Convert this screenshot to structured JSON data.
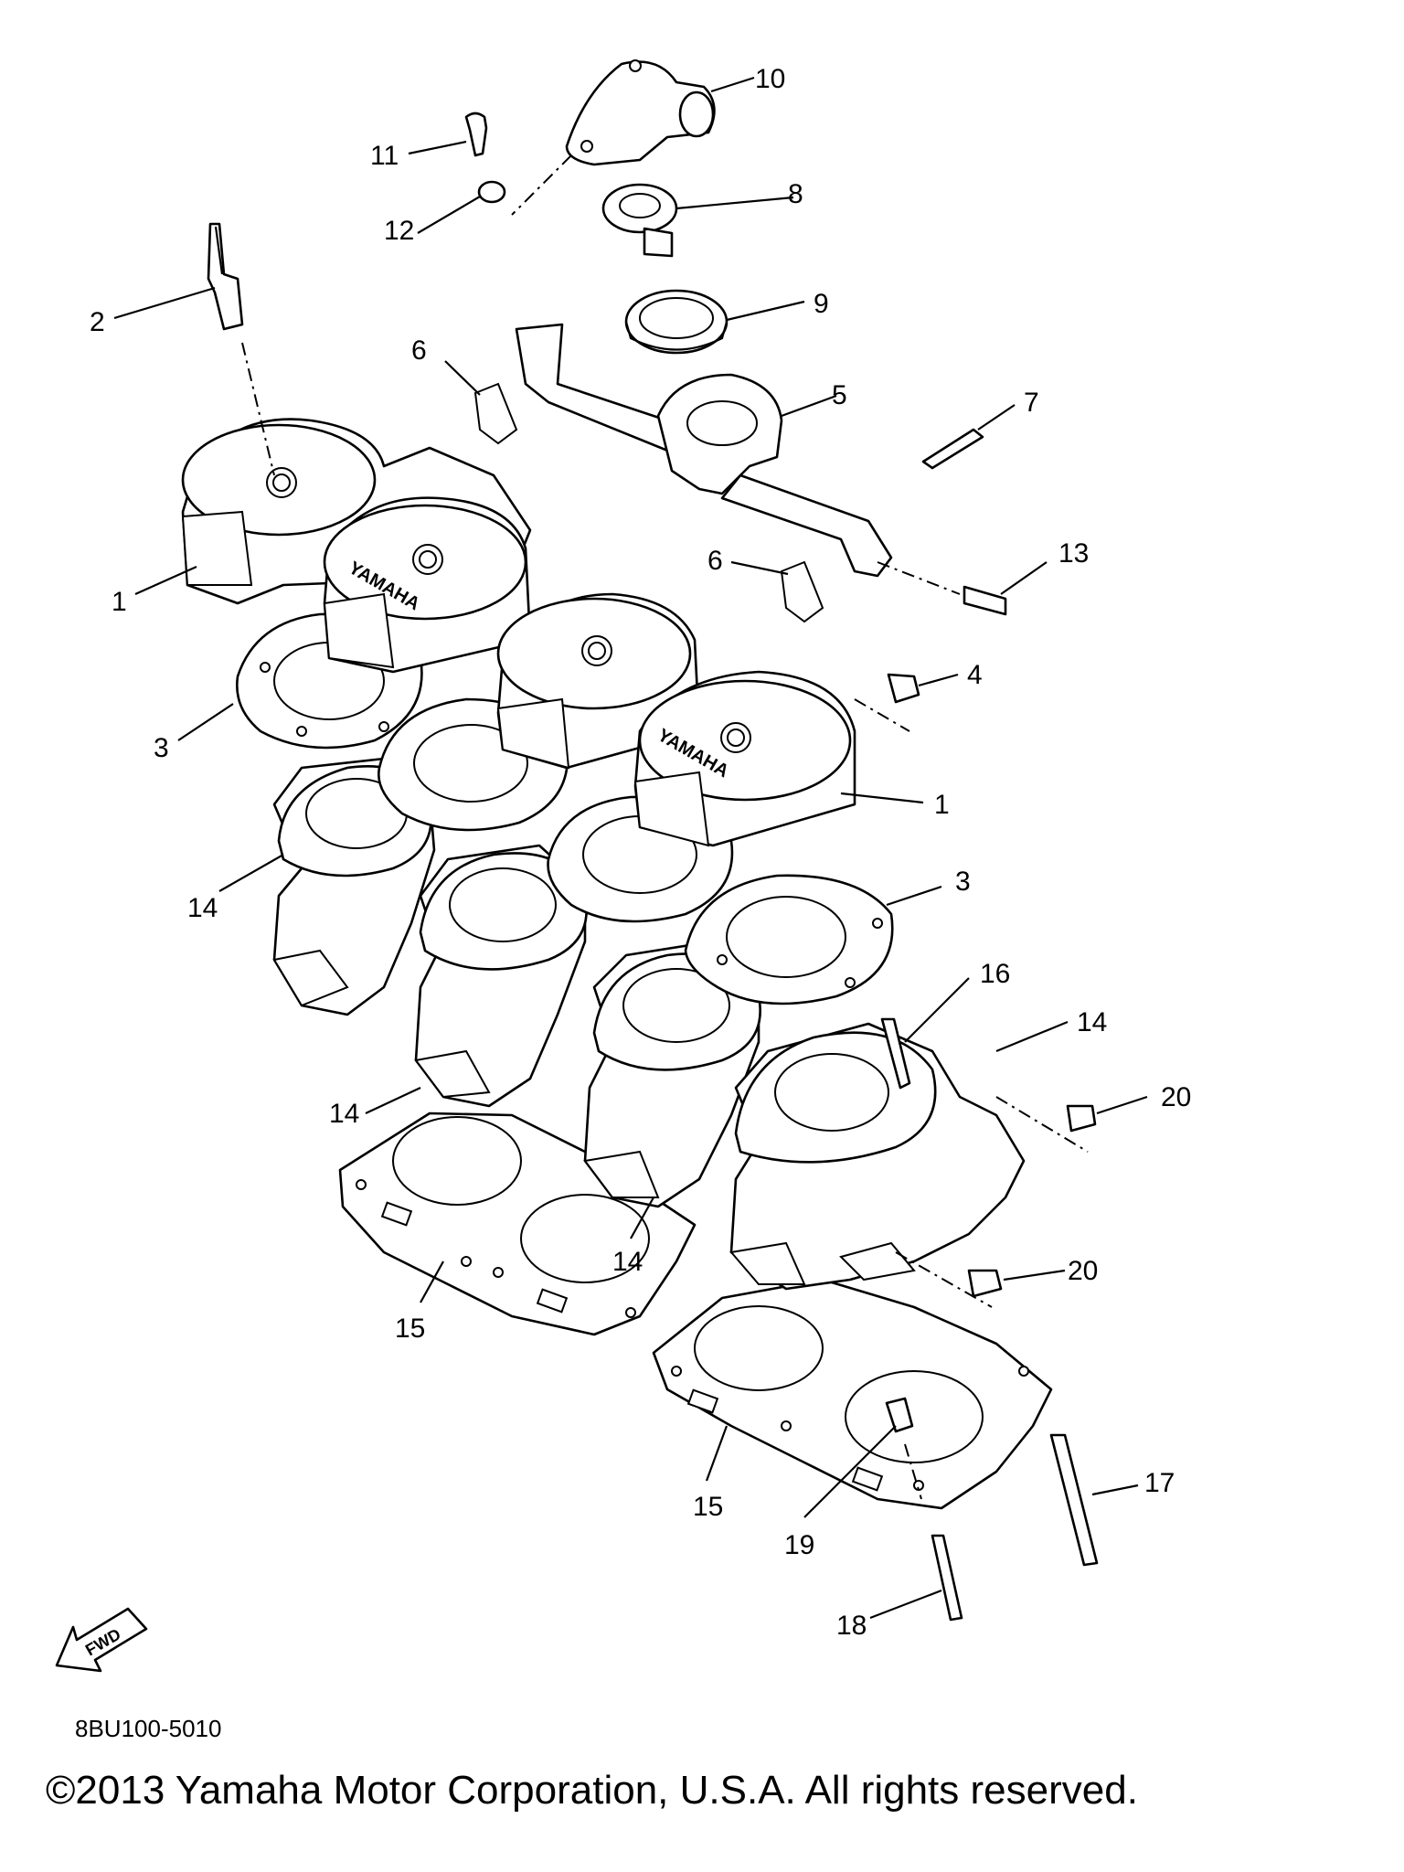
{
  "diagram": {
    "code": "8BU100-5010",
    "copyright": "©2013 Yamaha Motor Corporation, U.S.A. All rights reserved.",
    "brand_marking": "YAMAHA",
    "fwd_label": "FWD",
    "callouts": {
      "c1a": "1",
      "c1b": "1",
      "c2": "2",
      "c3a": "3",
      "c3b": "3",
      "c4": "4",
      "c5": "5",
      "c6a": "6",
      "c6b": "6",
      "c7": "7",
      "c8": "8",
      "c9": "9",
      "c10": "10",
      "c11": "11",
      "c12": "12",
      "c13": "13",
      "c14a": "14",
      "c14b": "14",
      "c14c": "14",
      "c14d": "14",
      "c15a": "15",
      "c15b": "15",
      "c16": "16",
      "c17": "17",
      "c18": "18",
      "c19": "19",
      "c20a": "20",
      "c20b": "20"
    }
  }
}
